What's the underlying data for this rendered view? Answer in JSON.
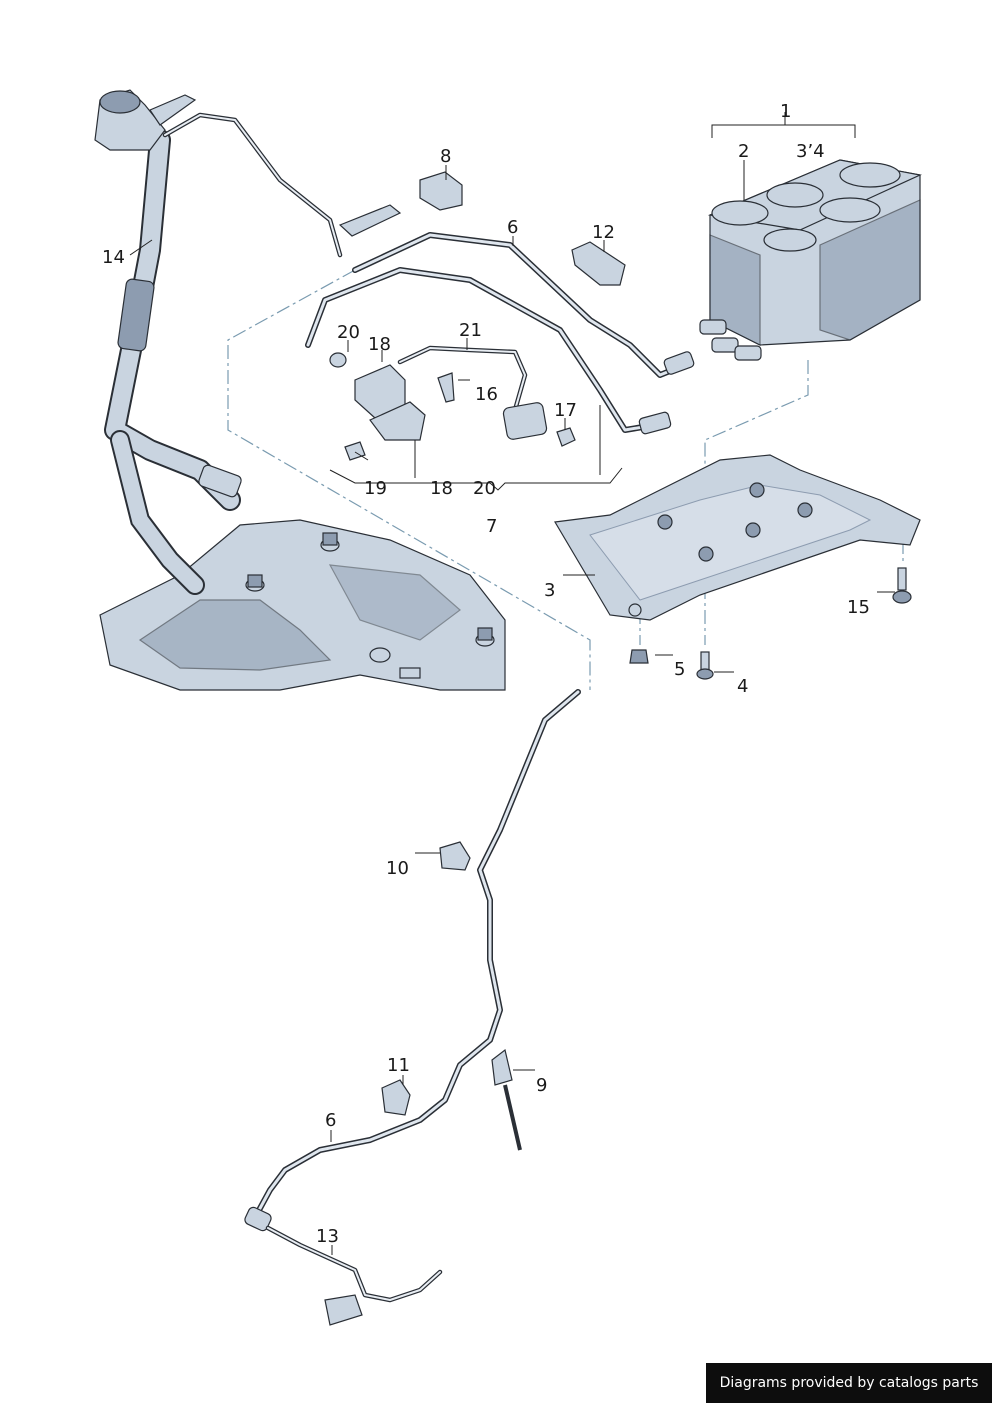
{
  "labels": {
    "p1": "1",
    "p2": "2",
    "p34": "3’4",
    "p3": "3",
    "p4": "4",
    "p5": "5",
    "p6a": "6",
    "p6b": "6",
    "p7": "7",
    "p8": "8",
    "p9": "9",
    "p10": "10",
    "p11": "11",
    "p12": "12",
    "p13": "13",
    "p14": "14",
    "p15": "15",
    "p16": "16",
    "p17": "17",
    "p18a": "18",
    "p18b": "18",
    "p19": "19",
    "p20a": "20",
    "p20b": "20",
    "p21": "21"
  },
  "watermark": "Diagrams provided by catalogs parts",
  "colors": {
    "part_fill": "#c9d4e0",
    "part_shade": "#8d9cb0",
    "outline": "#2a2f36",
    "dash_line": "#7a9bb0",
    "watermark_bg": "#0d0d0d"
  }
}
